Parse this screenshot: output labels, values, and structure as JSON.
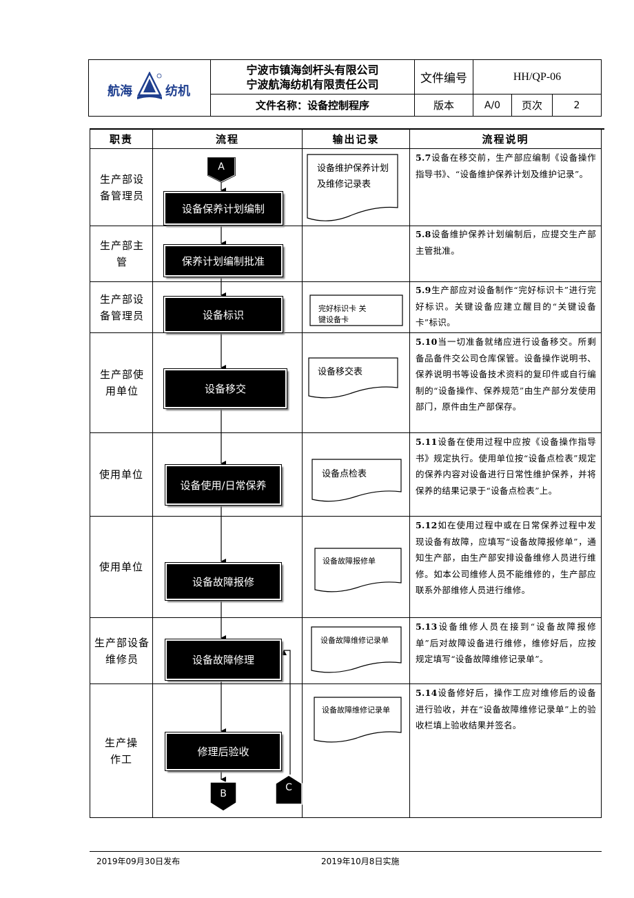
{
  "header": {
    "logo_text_left": "航海",
    "logo_text_right": "纺机",
    "company_line1": "宁波市镇海剑杆头有限公司",
    "company_line2": "宁波航海纺机有限责任公司",
    "doc_number_label": "文件编号",
    "doc_number": "HH/QP-06",
    "doc_name": "文件名称：设备控制程序",
    "version_label": "版本",
    "version": "A/0",
    "page_label": "页次",
    "page": "2"
  },
  "table": {
    "columns": [
      "职责",
      "流程",
      "输出记录",
      "流程说明"
    ],
    "rows": [
      {
        "role": "生产部设备管理员",
        "process": "设备保养计划编制",
        "record": "设备维护保养计划及维修记录表",
        "desc_num": "5.7",
        "desc": "设备在移交前，生产部应编制《设备操作指导书》、“设备维护保养计划及维护记录”。"
      },
      {
        "role": "生产部主管",
        "process": "保养计划编制批准",
        "record": "",
        "desc_num": "5.8",
        "desc": "设备维护保养计划编制后，应提交生产部主管批准。"
      },
      {
        "role": "生产部设备管理员",
        "process": "设备标识",
        "record": "完好标识卡 关键设备卡",
        "desc_num": "5.9",
        "desc": "生产部应对设备制作“完好标识卡”进行完好标识。关键设备应建立醒目的“关键设备卡”标识。"
      },
      {
        "role": "生产部使用单位",
        "process": "设备移交",
        "record": "设备移交表",
        "desc_num": "5.10",
        "desc": "当一切准备就绪应进行设备移交。所剩备品备件交公司仓库保管。设备操作说明书、保养说明书等设备技术资料的复印件或自行编制的“设备操作、保养规范”由生产部分发使用部门，原件由生产部保存。"
      },
      {
        "role": "使用单位",
        "process": "设备使用/日常保养",
        "record": "设备点检表",
        "desc_num": "5.11",
        "desc": "设备在使用过程中应按《设备操作指导书》规定执行。使用单位按“设备点检表”规定的保养内容对设备进行日常性维护保养，并将保养的结果记录于“设备点检表”上。"
      },
      {
        "role": "使用单位",
        "process": "设备故障报修",
        "record": "设备故障报修单",
        "desc_num": "5.12",
        "desc": "如在使用过程中或在日常保养过程中发现设备有故障，应填写“设备故障报修单”，通知生产部，由生产部安排设备维修人员进行维修。如本公司维修人员不能维修的，生产部应联系外部维修人员进行维修。"
      },
      {
        "role": "生产部设备维修员",
        "process": "设备故障修理",
        "record": "设备故障维修记录单",
        "desc_num": "5.13",
        "desc": "设备维修人员在接到“设备故障报修单”后对故障设备进行维修，维修好后，应按规定填写“设备故障维修记录单”。"
      },
      {
        "role": "生产操作工",
        "process": "修理后验收",
        "record": "设备故障维修记录单",
        "desc_num": "5.14",
        "desc": "设备修好后，操作工应对维修后的设备进行验收，并在“设备故障维修记录单”上的验收栏填上验收结果并签名。"
      }
    ]
  },
  "connectors": {
    "start": "A",
    "end": "B",
    "loop": "C"
  },
  "footer": {
    "issue_date": "2019年09月30日发布",
    "effective_date": "2019年10月8日实施"
  },
  "colors": {
    "logo_blue": "#1f3f8f",
    "box_fill": "#000000",
    "line": "#000000"
  }
}
